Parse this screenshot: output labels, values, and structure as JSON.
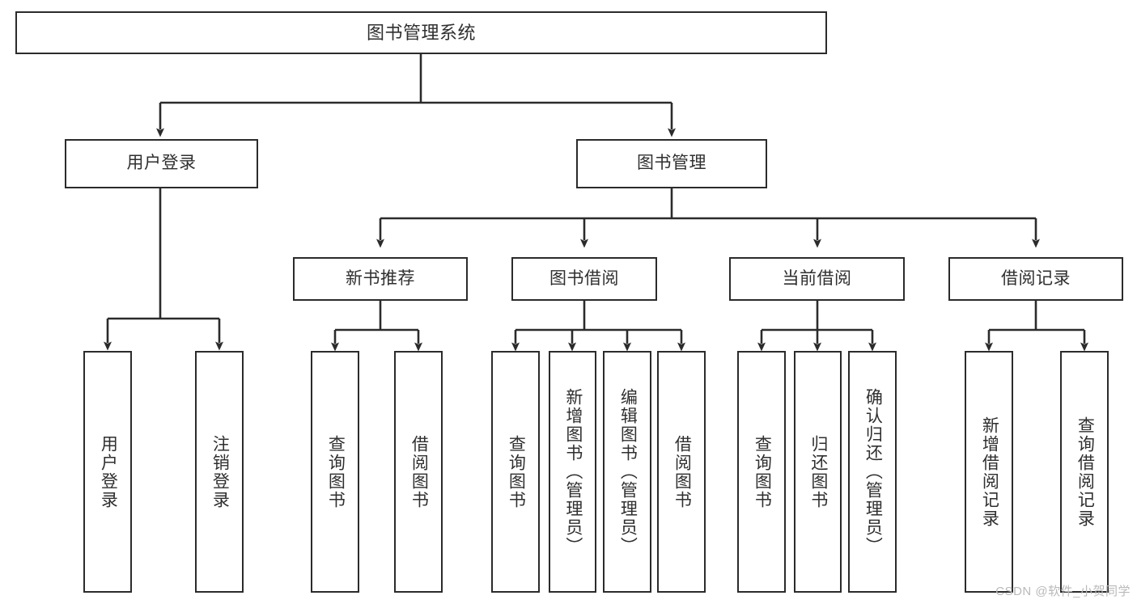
{
  "diagram": {
    "type": "hierarchy-tree",
    "title": "图书管理系统",
    "root": {
      "label": "图书管理系统"
    },
    "level2": [
      {
        "label": "用户登录"
      },
      {
        "label": "图书管理"
      }
    ],
    "level3": [
      {
        "label": "新书推荐"
      },
      {
        "label": "图书借阅"
      },
      {
        "label": "当前借阅"
      },
      {
        "label": "借阅记录"
      }
    ],
    "leaves": {
      "user_login": [
        {
          "label": "用户登录"
        },
        {
          "label": "注销登录"
        }
      ],
      "new_book": [
        {
          "label": "查询图书"
        },
        {
          "label": "借阅图书"
        }
      ],
      "book_borrow": [
        {
          "label": "查询图书"
        },
        {
          "label": "新增图书（管理员）"
        },
        {
          "label": "编辑图书（管理员）"
        },
        {
          "label": "借阅图书"
        }
      ],
      "current_borrow": [
        {
          "label": "查询图书"
        },
        {
          "label": "归还图书"
        },
        {
          "label": "确认归还（管理员）"
        }
      ],
      "borrow_record": [
        {
          "label": "新增借阅记录"
        },
        {
          "label": "查询借阅记录"
        }
      ]
    }
  },
  "watermark": {
    "text": "CSDN @软件_小贺同学"
  },
  "colors": {
    "stroke": "#2b2b2b",
    "text": "#2f2f2f",
    "background": "#ffffff",
    "watermark": "#b9b9b9"
  }
}
